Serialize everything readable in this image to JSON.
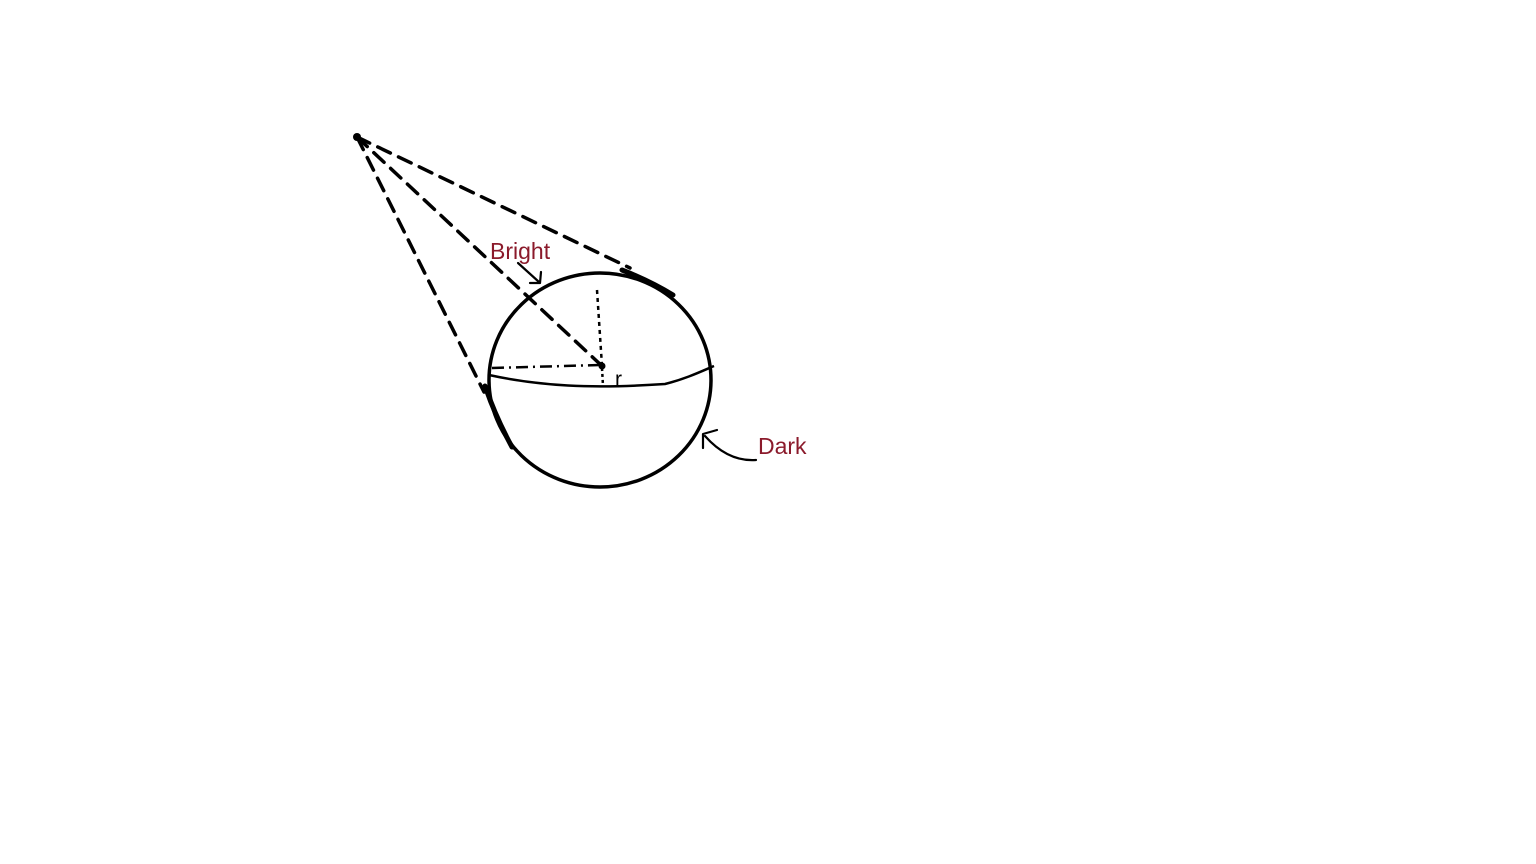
{
  "labels": {
    "bright": "Bright",
    "dark": "Dark",
    "radius": "r"
  },
  "colors": {
    "background": "#ffffff",
    "stroke": "#000000",
    "label": "#8b1a2b"
  }
}
